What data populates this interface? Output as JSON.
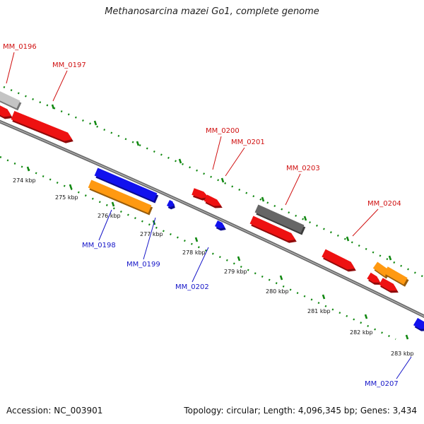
{
  "title": "Methanosarcina mazei Go1, complete genome",
  "footer": {
    "accession": "Accession: NC_003901",
    "summary": "Topology: circular; Length: 4,096,345 bp; Genes: 3,434"
  },
  "colors": {
    "backbone": "#888888",
    "tick": "#118811",
    "forward_label": "#d01010",
    "reverse_label": "#1515c8",
    "red": "#ee1111",
    "blue": "#1111ee",
    "orange": "#ff9911",
    "dark_gray": "#666666",
    "light_gray": "#c4c4c4"
  },
  "scale_labels": [
    {
      "text": "274 kbp"
    },
    {
      "text": "275 kbp"
    },
    {
      "text": "276 kbp"
    },
    {
      "text": "277 kbp"
    },
    {
      "text": "278 kbp"
    },
    {
      "text": "279 kbp"
    },
    {
      "text": "280 kbp"
    },
    {
      "text": "281 kbp"
    },
    {
      "text": "282 kbp"
    },
    {
      "text": "283 kbp"
    }
  ],
  "gene_labels": [
    {
      "text": "MM_0196",
      "strand": "forward"
    },
    {
      "text": "MM_0197",
      "strand": "forward"
    },
    {
      "text": "MM_0200",
      "strand": "forward"
    },
    {
      "text": "MM_0201",
      "strand": "forward"
    },
    {
      "text": "MM_0203",
      "strand": "forward"
    },
    {
      "text": "MM_0204",
      "strand": "forward"
    },
    {
      "text": "MM_0198",
      "strand": "reverse"
    },
    {
      "text": "MM_0199",
      "strand": "reverse"
    },
    {
      "text": "MM_0202",
      "strand": "reverse"
    },
    {
      "text": "MM_0207",
      "strand": "reverse"
    }
  ],
  "features": [
    {
      "name": "gene-gray-left",
      "color": "light_gray"
    },
    {
      "name": "gene-MM_0196",
      "color": "red"
    },
    {
      "name": "gene-MM_0197",
      "color": "red"
    },
    {
      "name": "gene-MM_0198-blue",
      "color": "blue"
    },
    {
      "name": "gene-MM_0198-orange",
      "color": "orange"
    },
    {
      "name": "gene-MM_0199",
      "color": "blue"
    },
    {
      "name": "gene-MM_0200",
      "color": "red"
    },
    {
      "name": "gene-MM_0201",
      "color": "red"
    },
    {
      "name": "gene-MM_0202",
      "color": "blue"
    },
    {
      "name": "gene-MM_0203-gray",
      "color": "dark_gray"
    },
    {
      "name": "gene-MM_0203",
      "color": "red"
    },
    {
      "name": "gene-MM_0204",
      "color": "red"
    },
    {
      "name": "gene-orange-a",
      "color": "orange"
    },
    {
      "name": "gene-orange-b",
      "color": "orange"
    },
    {
      "name": "gene-red-small-a",
      "color": "red"
    },
    {
      "name": "gene-red-small-b",
      "color": "red"
    },
    {
      "name": "gene-MM_0207",
      "color": "blue"
    }
  ]
}
